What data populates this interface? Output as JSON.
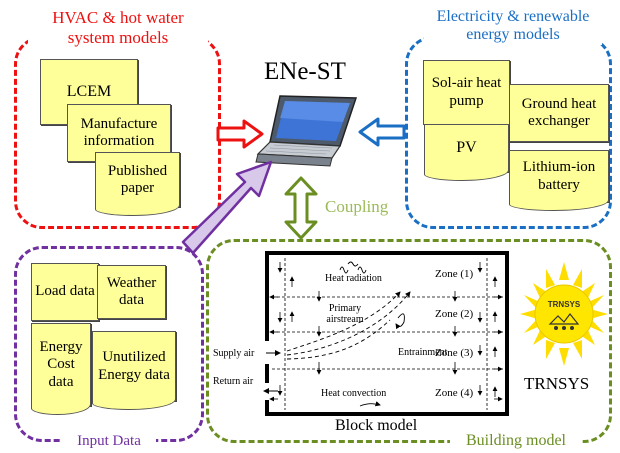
{
  "colors": {
    "hvac": "#ee1111",
    "electricity": "#1a6fc4",
    "input": "#7030a0",
    "building": "#6b8e23",
    "note_fill": "#ffff99",
    "coupling": "#9bbb59"
  },
  "center": {
    "title": "ENe-ST"
  },
  "coupling_label": "Coupling",
  "hvac": {
    "title_line1": "HVAC & hot water",
    "title_line2": "system models",
    "notes": [
      "LCEM",
      "Manufacture information",
      "Published paper"
    ]
  },
  "electricity": {
    "title_line1": "Electricity & renewable",
    "title_line2": "energy models",
    "notes": [
      "Sol-air heat pump",
      "Ground heat exchanger",
      "PV",
      "Lithium-ion battery"
    ]
  },
  "input": {
    "title": "Input Data",
    "notes": [
      "Load data",
      "Weather data",
      "Energy Cost data",
      "Unutilized Energy data"
    ]
  },
  "building": {
    "title": "Building model",
    "block_caption": "Block model",
    "trnsys_label": "TRNSYS",
    "trnsys_logo_text": "TRNSYS",
    "zones": [
      "Zone (1)",
      "Zone (2)",
      "Zone (3)",
      "Zone (4)"
    ],
    "labels": {
      "heat_radiation": "Heat radiation",
      "primary_airstream": "Primary airstream",
      "entrainment": "Entrainment",
      "heat_convection": "Heat convection",
      "supply_air": "Supply air",
      "return_air": "Return air"
    }
  }
}
